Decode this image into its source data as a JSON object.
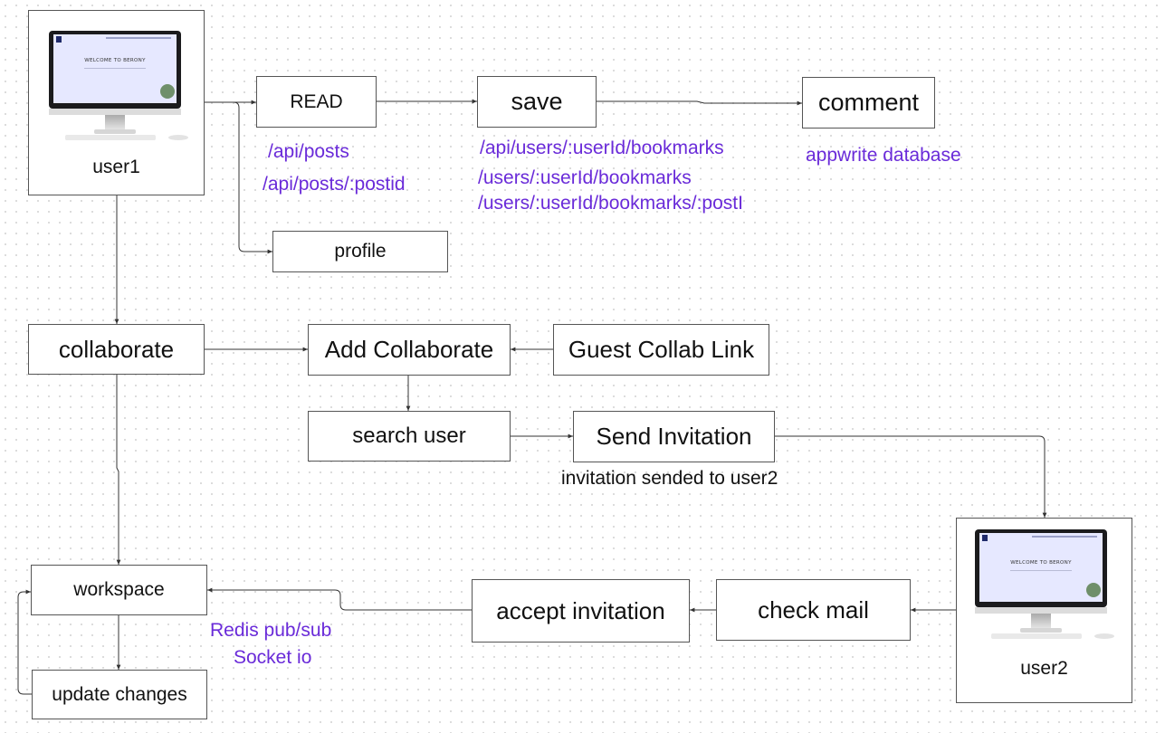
{
  "nodes": {
    "user1": "user1",
    "user2": "user2",
    "read": "READ",
    "save": "save",
    "comment": "comment",
    "profile": "profile",
    "collaborate": "collaborate",
    "add_collaborate": "Add Collaborate",
    "guest_collab_link": "Guest Collab Link",
    "search_user": "search user",
    "send_invitation": "Send Invitation",
    "workspace": "workspace",
    "update_changes": "update changes",
    "accept_invitation": "accept invitation",
    "check_mail": "check mail"
  },
  "screen": {
    "title": "WELCOME TO BERONY"
  },
  "labels": {
    "read_api_1": "/api/posts",
    "read_api_2": "/api/posts/:postid",
    "save_api_1": "/api/users/:userId/bookmarks",
    "save_api_2": "/users/:userId/bookmarks",
    "save_api_3": "/users/:userId/bookmarks/:postI",
    "comment_db": "appwrite database",
    "invitation_note": "invitation sended to user2",
    "realtime_1": "Redis pub/sub",
    "realtime_2": "Socket io"
  },
  "colors": {
    "annotation": "#6a2bd9",
    "border": "#555555",
    "connector": "#333333"
  }
}
